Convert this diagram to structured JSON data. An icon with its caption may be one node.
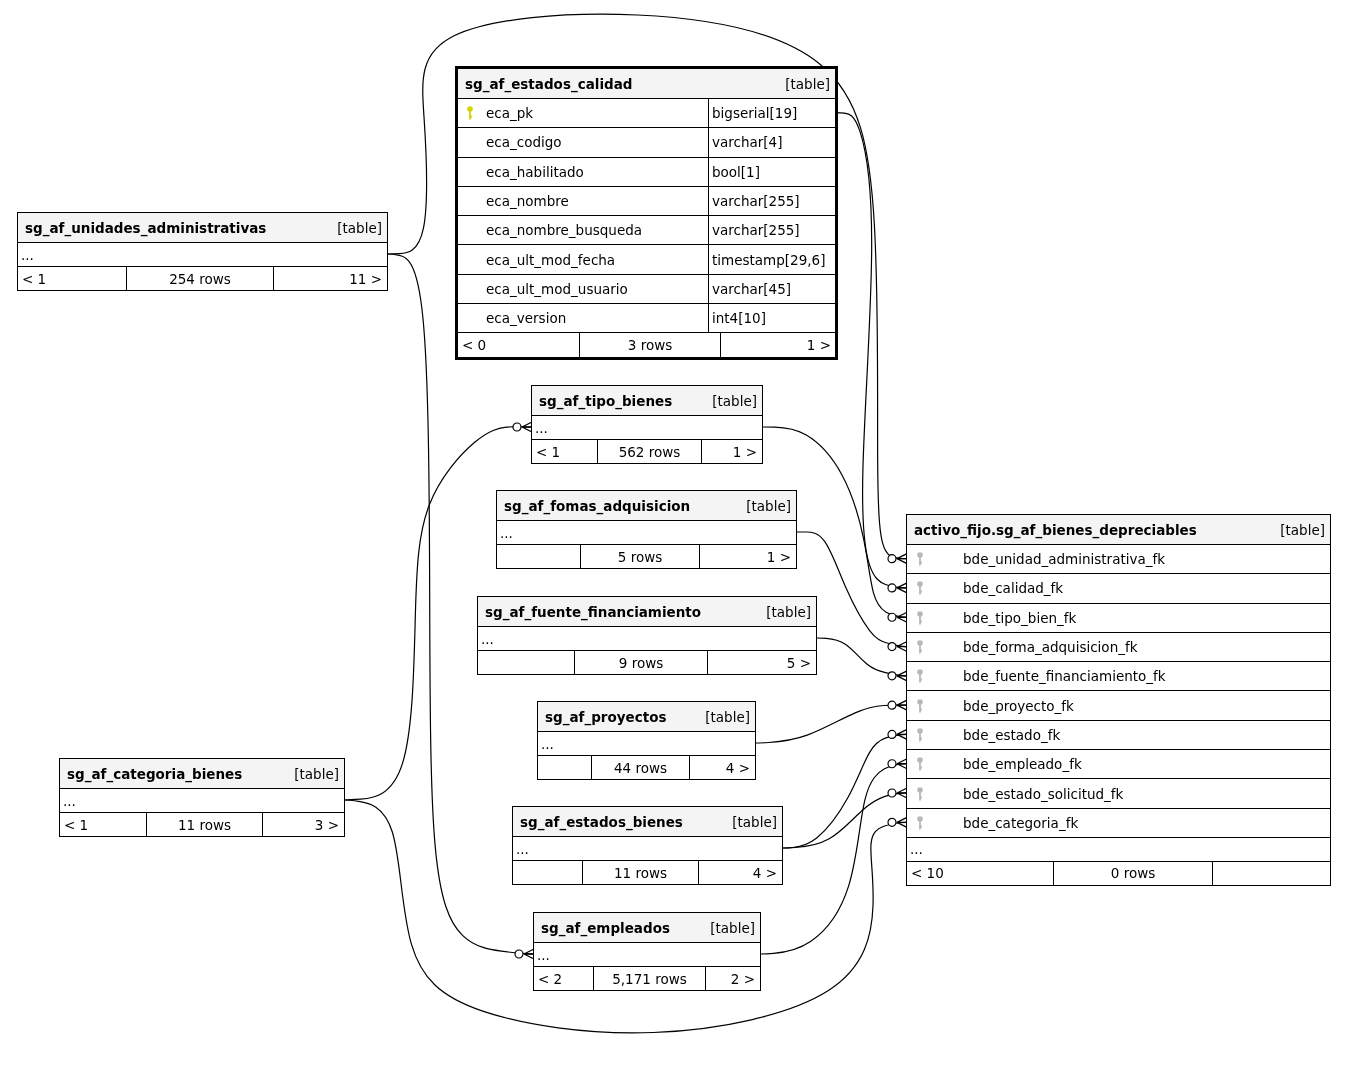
{
  "diagram": {
    "nodes": [
      {
        "text": [
          "sg_af_unidades_administrativas",
          "[table]"
        ]
      },
      {
        "text": [
          "..."
        ],
        "in": 0
      },
      {
        "text": [
          "< 1",
          "254 rows",
          "11 >"
        ],
        "in": 0
      },
      {
        "text": [
          "sg_af_estados_calidad",
          "[table]"
        ]
      },
      {
        "text": [
          "eca_pk",
          "bigserial[19]"
        ],
        "in": 3
      },
      {
        "text": [
          "eca_codigo",
          "varchar[4]"
        ],
        "in": 3
      },
      {
        "text": [
          "eca_habilitado",
          "bool[1]"
        ],
        "in": 3
      },
      {
        "text": [
          "eca_nombre",
          "varchar[255]"
        ],
        "in": 3
      },
      {
        "text": [
          "eca_nombre_busqueda",
          "varchar[255]"
        ],
        "in": 3
      },
      {
        "text": [
          "eca_ult_mod_fecha",
          "timestamp[29,6]"
        ],
        "in": 3
      },
      {
        "text": [
          "eca_ult_mod_usuario",
          "varchar[45]"
        ],
        "in": 3
      },
      {
        "text": [
          "eca_version",
          "int4[10]"
        ],
        "in": 3
      },
      {
        "text": [
          "< 0",
          "3 rows",
          "1 >"
        ],
        "in": 3
      },
      {
        "text": [
          "sg_af_tipo_bienes",
          "[table]"
        ]
      },
      {
        "text": [
          "..."
        ],
        "in": 13
      },
      {
        "text": [
          "< 1",
          "562 rows",
          "1 >"
        ],
        "in": 13
      },
      {
        "text": [
          "sg_af_fomas_adquisicion",
          "[table]"
        ]
      },
      {
        "text": [
          "..."
        ],
        "in": 16
      },
      {
        "text": [
          "5 rows",
          "1 >"
        ],
        "in": 16
      },
      {
        "text": [
          "sg_af_fuente_financiamiento",
          "[table]"
        ]
      },
      {
        "text": [
          "..."
        ],
        "in": 19
      },
      {
        "text": [
          "9 rows",
          "5 >"
        ],
        "in": 19
      },
      {
        "text": [
          "sg_af_proyectos",
          "[table]"
        ]
      },
      {
        "text": [
          "..."
        ],
        "in": 22
      },
      {
        "text": [
          "44 rows",
          "4 >"
        ],
        "in": 22
      },
      {
        "text": [
          "sg_af_categoria_bienes",
          "[table]"
        ]
      },
      {
        "text": [
          "..."
        ],
        "in": 25
      },
      {
        "text": [
          "< 1",
          "11 rows",
          "3 >"
        ],
        "in": 25
      },
      {
        "text": [
          "sg_af_estados_bienes",
          "[table]"
        ]
      },
      {
        "text": [
          "..."
        ],
        "in": 28
      },
      {
        "text": [
          "11 rows",
          "4 >"
        ],
        "in": 28
      },
      {
        "text": [
          "sg_af_empleados",
          "[table]"
        ]
      },
      {
        "text": [
          "..."
        ],
        "in": 31
      },
      {
        "text": [
          "< 2",
          "5,171 rows",
          "2 >"
        ],
        "in": 31
      },
      {
        "text": [
          "activo_fijo.sg_af_bienes_depreciables",
          "[table]"
        ]
      },
      {
        "text": [
          "bde_unidad_administrativa_fk"
        ],
        "in": 34
      },
      {
        "text": [
          "bde_calidad_fk"
        ],
        "in": 34
      },
      {
        "text": [
          "bde_tipo_bien_fk"
        ],
        "in": 34
      },
      {
        "text": [
          "bde_forma_adquisicion_fk"
        ],
        "in": 34
      },
      {
        "text": [
          "bde_fuente_financiamiento_fk"
        ],
        "in": 34
      },
      {
        "text": [
          "bde_proyecto_fk"
        ],
        "in": 34
      },
      {
        "text": [
          "bde_estado_fk"
        ],
        "in": 34
      },
      {
        "text": [
          "bde_empleado_fk"
        ],
        "in": 34
      },
      {
        "text": [
          "bde_estado_solicitud_fk"
        ],
        "in": 34
      },
      {
        "text": [
          "bde_categoria_fk"
        ],
        "in": 34
      },
      {
        "text": [
          "..."
        ],
        "in": 34
      },
      {
        "text": [
          "< 10",
          "0 rows"
        ],
        "in": 34
      }
    ],
    "edges": [
      {
        "from": 1,
        "to": 35,
        "arrow": "other"
      },
      {
        "from": 1,
        "to": 32,
        "arrow": "other"
      },
      {
        "from": 4,
        "to": 36,
        "arrow": "other"
      },
      {
        "from": 26,
        "to": 14,
        "arrow": "other"
      },
      {
        "from": 26,
        "to": 44,
        "arrow": "other"
      },
      {
        "from": 14,
        "to": 37,
        "arrow": "other"
      },
      {
        "from": 17,
        "to": 38,
        "arrow": "other"
      },
      {
        "from": 20,
        "to": 39,
        "arrow": "other"
      },
      {
        "from": 23,
        "to": 40,
        "arrow": "other"
      },
      {
        "from": 29,
        "to": 41,
        "arrow": "other"
      },
      {
        "from": 29,
        "to": 43,
        "arrow": "other"
      },
      {
        "from": 32,
        "to": 42,
        "arrow": "other"
      }
    ]
  }
}
